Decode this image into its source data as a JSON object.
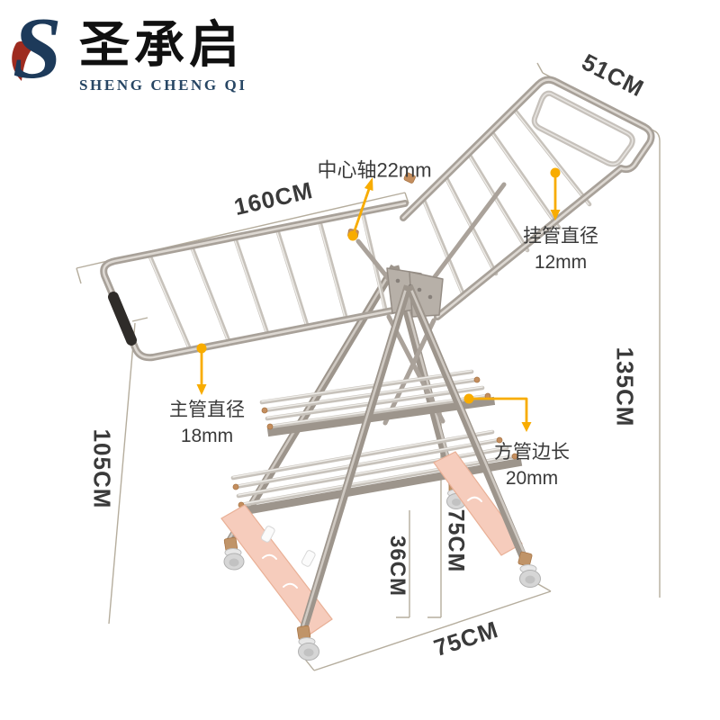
{
  "logo": {
    "monogram": "S",
    "name_zh": "圣承启",
    "name_en": "SHENG CHENG QI"
  },
  "annotations": {
    "top_width": "51CM",
    "wing_length": "160CM",
    "center_axle": "中心轴22mm",
    "hang_tube_l1": "挂管直径",
    "hang_tube_l2": "12mm",
    "total_height": "135CM",
    "main_tube_l1": "主管直径",
    "main_tube_l2": "18mm",
    "left_height": "105CM",
    "square_tube_l1": "方管边长",
    "square_tube_l2": "20mm",
    "inner_height": "75CM",
    "shelf_height": "36CM",
    "base_depth": "75CM"
  },
  "colors": {
    "accent_arrow": "#F8AC00",
    "dim_line": "#B5AD9D",
    "label_text": "#3A3A3A",
    "logo_navy": "#1D3A5A",
    "logo_red": "#9E2B1F",
    "metal": "#A8A199",
    "panel_pink": "#F6CCBC"
  }
}
